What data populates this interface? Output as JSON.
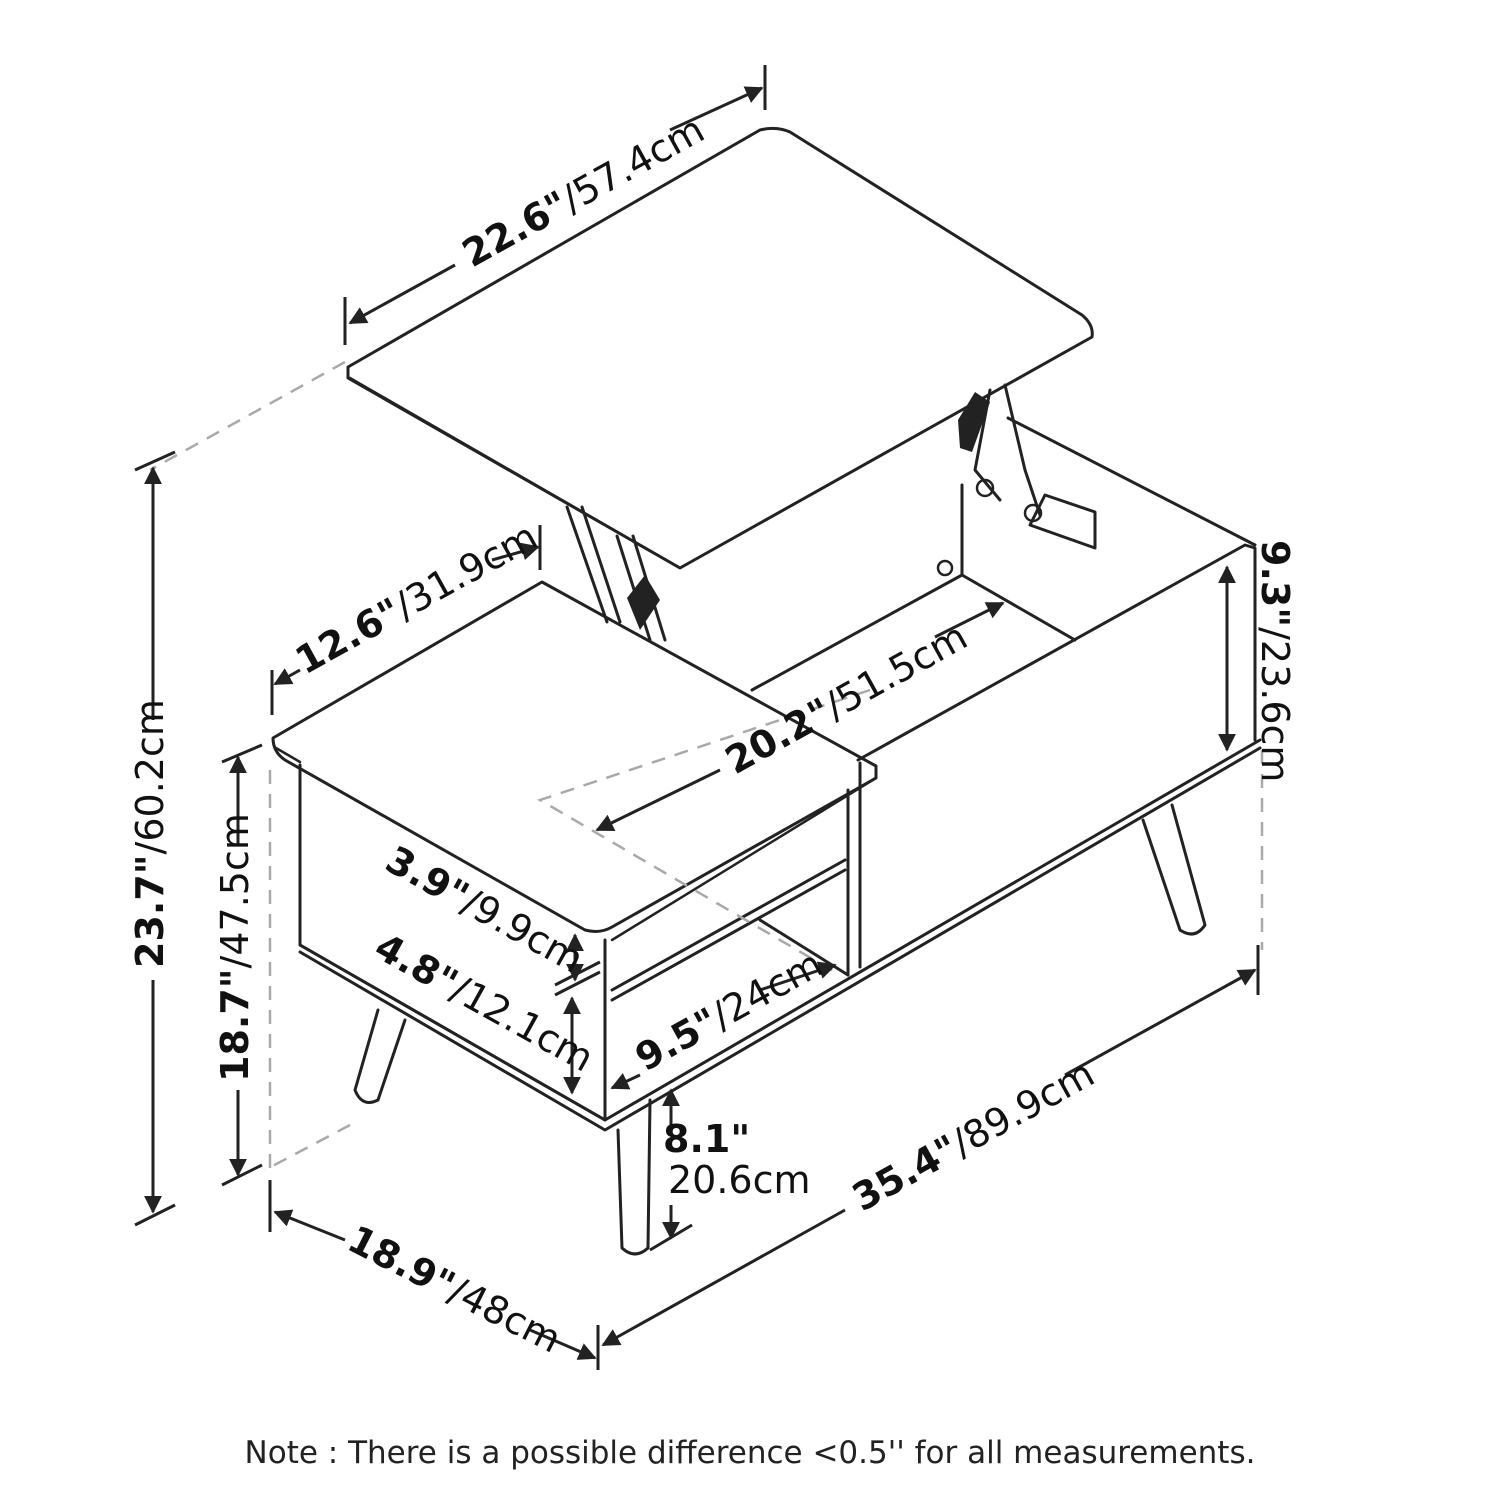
{
  "dimensions": {
    "top_width": {
      "in": "22.6\"",
      "cm": "/57.4cm"
    },
    "shelf_depth": {
      "in": "12.6\"",
      "cm": "/31.9cm"
    },
    "inner_length": {
      "in": "20.2\"",
      "cm": "/51.5cm"
    },
    "compartment_height": {
      "in": "9.3\"",
      "cm": "/23.6cm"
    },
    "lifted_height": {
      "in": "23.7\"",
      "cm": "/60.2cm"
    },
    "table_height": {
      "in": "18.7\"",
      "cm": "/47.5cm"
    },
    "upper_opening": {
      "in": "3.9\"",
      "cm": "/9.9cm"
    },
    "lower_opening": {
      "in": "4.8\"",
      "cm": "/12.1cm"
    },
    "shelf_length": {
      "in": "9.5\"",
      "cm": "/24cm"
    },
    "leg_clearance": {
      "in": "8.1\"",
      "cm": "20.6cm"
    },
    "overall_length": {
      "in": "35.4\"",
      "cm": "/89.9cm"
    },
    "overall_depth": {
      "in": "18.9\"",
      "cm": "/48cm"
    }
  },
  "note": "Note : There is a possible difference <0.5'' for all measurements."
}
